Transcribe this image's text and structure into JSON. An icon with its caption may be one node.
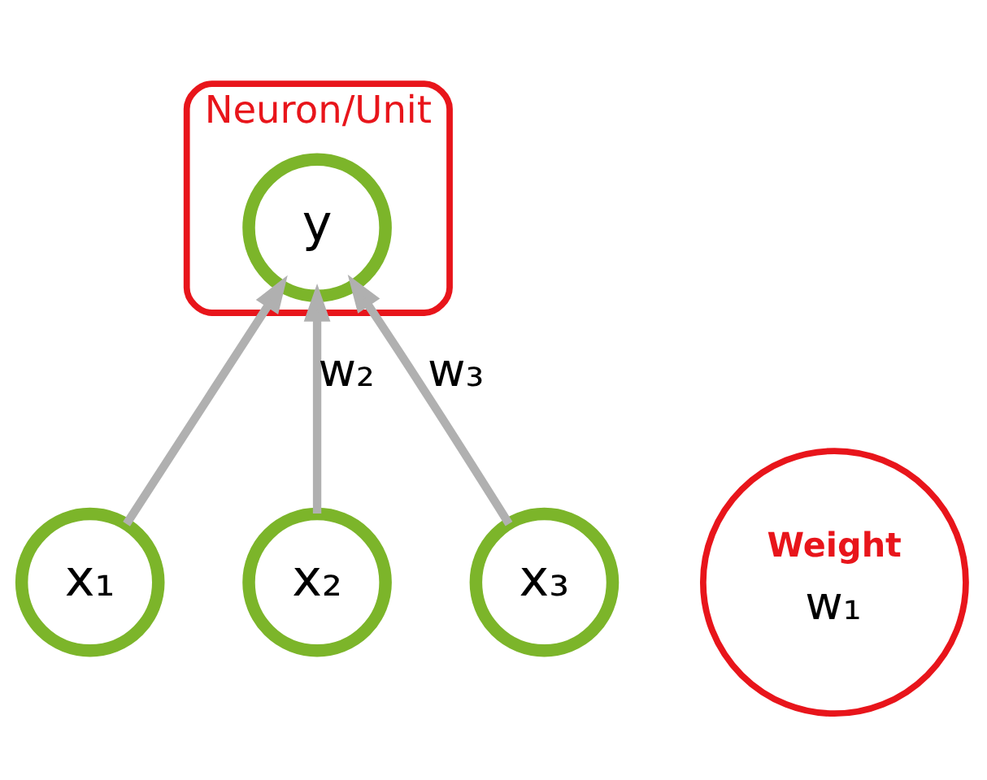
{
  "diagram": {
    "nodes": [
      {
        "text": [
          "Neuron/Unit"
        ]
      },
      {
        "text": [
          "y"
        ],
        "in": 0
      },
      {
        "text": [
          "Weight",
          "w₁"
        ]
      },
      {
        "text": [
          "x₁"
        ]
      },
      {
        "text": [
          "x₂"
        ]
      },
      {
        "text": [
          "x₃"
        ]
      }
    ],
    "edges": [
      {
        "from": 3,
        "to": 1,
        "arrow": "to"
      },
      {
        "from": 4,
        "to": 1,
        "arrow": "to",
        "label": "w₂"
      },
      {
        "from": 5,
        "to": 1,
        "arrow": "to",
        "label": "w₃"
      }
    ]
  }
}
